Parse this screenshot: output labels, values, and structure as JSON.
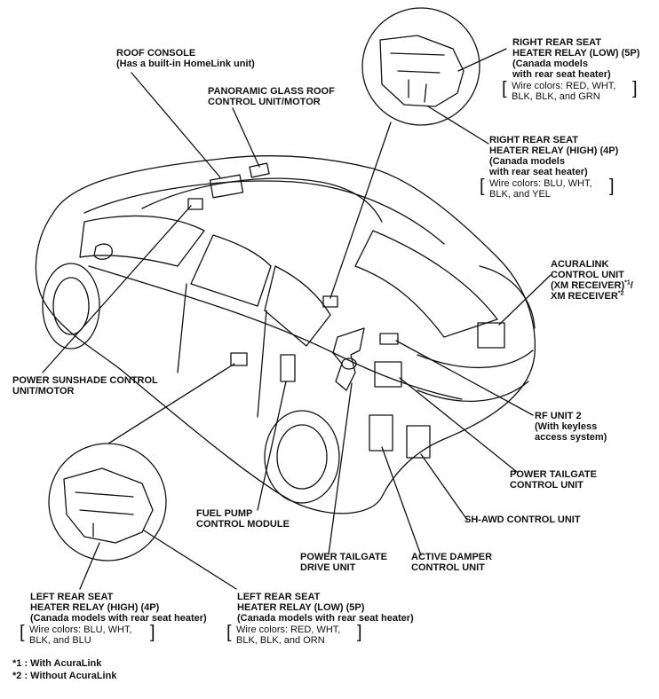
{
  "labels": {
    "roof_console_title": "ROOF CONSOLE",
    "roof_console_note": "(Has a built-in HomeLink unit)",
    "panoramic_line1": "PANORAMIC GLASS ROOF",
    "panoramic_line2": "CONTROL UNIT/MOTOR",
    "rr_low_line1": "RIGHT REAR SEAT",
    "rr_low_line2": "HEATER RELAY (LOW) (5P)",
    "rr_low_line3": "(Canada models",
    "rr_low_line4": "with rear seat heater)",
    "rr_low_wire1": "Wire colors: RED, WHT,",
    "rr_low_wire2": "BLK, BLK, and GRN",
    "rr_high_line1": "RIGHT REAR SEAT",
    "rr_high_line2": "HEATER RELAY (HIGH) (4P)",
    "rr_high_line3": "(Canada models",
    "rr_high_line4": "with rear seat heater)",
    "rr_high_wire1": "Wire colors: BLU, WHT,",
    "rr_high_wire2": "BLK, and YEL",
    "acuralink_line1": "ACURALINK",
    "acuralink_line2": "CONTROL UNIT",
    "acuralink_line3": "(XM RECEIVER)",
    "acuralink_sup1": "*1",
    "acuralink_slash": "/",
    "acuralink_line4": "XM RECEIVER",
    "acuralink_sup2": "*2",
    "sunshade_line1": "POWER SUNSHADE CONTROL",
    "sunshade_line2": "UNIT/MOTOR",
    "rf_line1": "RF UNIT 2",
    "rf_line2": "(With keyless",
    "rf_line3": "access system)",
    "ptg_ctrl_line1": "POWER TAILGATE",
    "ptg_ctrl_line2": "CONTROL UNIT",
    "shawd": "SH-AWD CONTROL UNIT",
    "fuel_line1": "FUEL PUMP",
    "fuel_line2": "CONTROL MODULE",
    "ptg_drive_line1": "POWER TAILGATE",
    "ptg_drive_line2": "DRIVE UNIT",
    "damper_line1": "ACTIVE DAMPER",
    "damper_line2": "CONTROL UNIT",
    "lr_high_line1": "LEFT REAR SEAT",
    "lr_high_line2": "HEATER RELAY (HIGH) (4P)",
    "lr_high_line3": "(Canada models with rear seat heater)",
    "lr_high_wire1": "Wire colors: BLU, WHT,",
    "lr_high_wire2": "BLK, and BLU",
    "lr_low_line1": "LEFT REAR SEAT",
    "lr_low_line2": "HEATER RELAY (LOW) (5P)",
    "lr_low_line3": "(Canada models with rear seat heater)",
    "lr_low_wire1": "Wire colors: RED, WHT,",
    "lr_low_wire2": "BLK, BLK, and ORN",
    "foot1": "*1 : With AcuraLink",
    "foot2": "*2 : Without AcuraLink",
    "bracket_open": "[",
    "bracket_close": "]"
  }
}
